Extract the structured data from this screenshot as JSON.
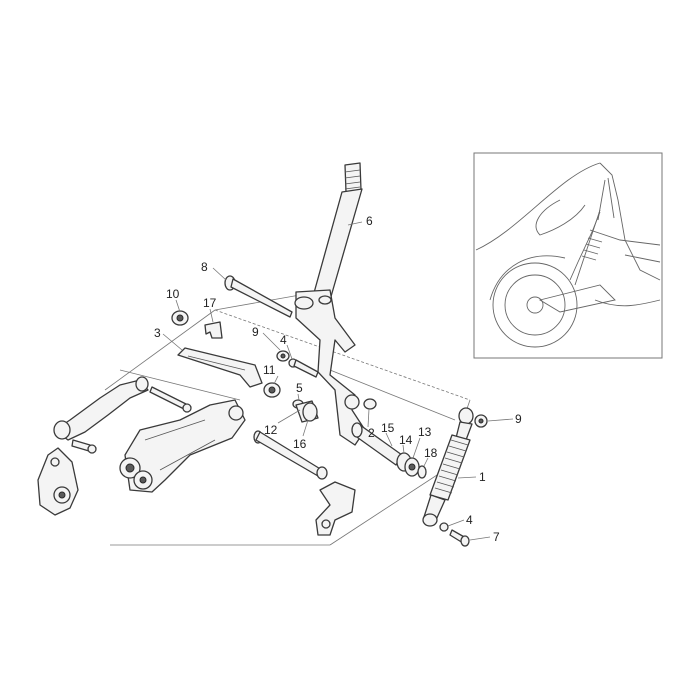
{
  "callouts": [
    {
      "id": "c6",
      "text": "6"
    },
    {
      "id": "c8",
      "text": "8"
    },
    {
      "id": "c10",
      "text": "10"
    },
    {
      "id": "c17",
      "text": "17"
    },
    {
      "id": "c3",
      "text": "3"
    },
    {
      "id": "c9a",
      "text": "9"
    },
    {
      "id": "c4a",
      "text": "4"
    },
    {
      "id": "c11",
      "text": "11"
    },
    {
      "id": "c5",
      "text": "5"
    },
    {
      "id": "c12",
      "text": "12"
    },
    {
      "id": "c16",
      "text": "16"
    },
    {
      "id": "c2",
      "text": "2"
    },
    {
      "id": "c15",
      "text": "15"
    },
    {
      "id": "c14",
      "text": "14"
    },
    {
      "id": "c13",
      "text": "13"
    },
    {
      "id": "c18",
      "text": "18"
    },
    {
      "id": "c9b",
      "text": "9"
    },
    {
      "id": "c1",
      "text": "1"
    },
    {
      "id": "c4b",
      "text": "4"
    },
    {
      "id": "c7",
      "text": "7"
    }
  ],
  "colors": {
    "line": "#3a3a3a",
    "fill": "#f4f4f4",
    "background": "#ffffff"
  }
}
